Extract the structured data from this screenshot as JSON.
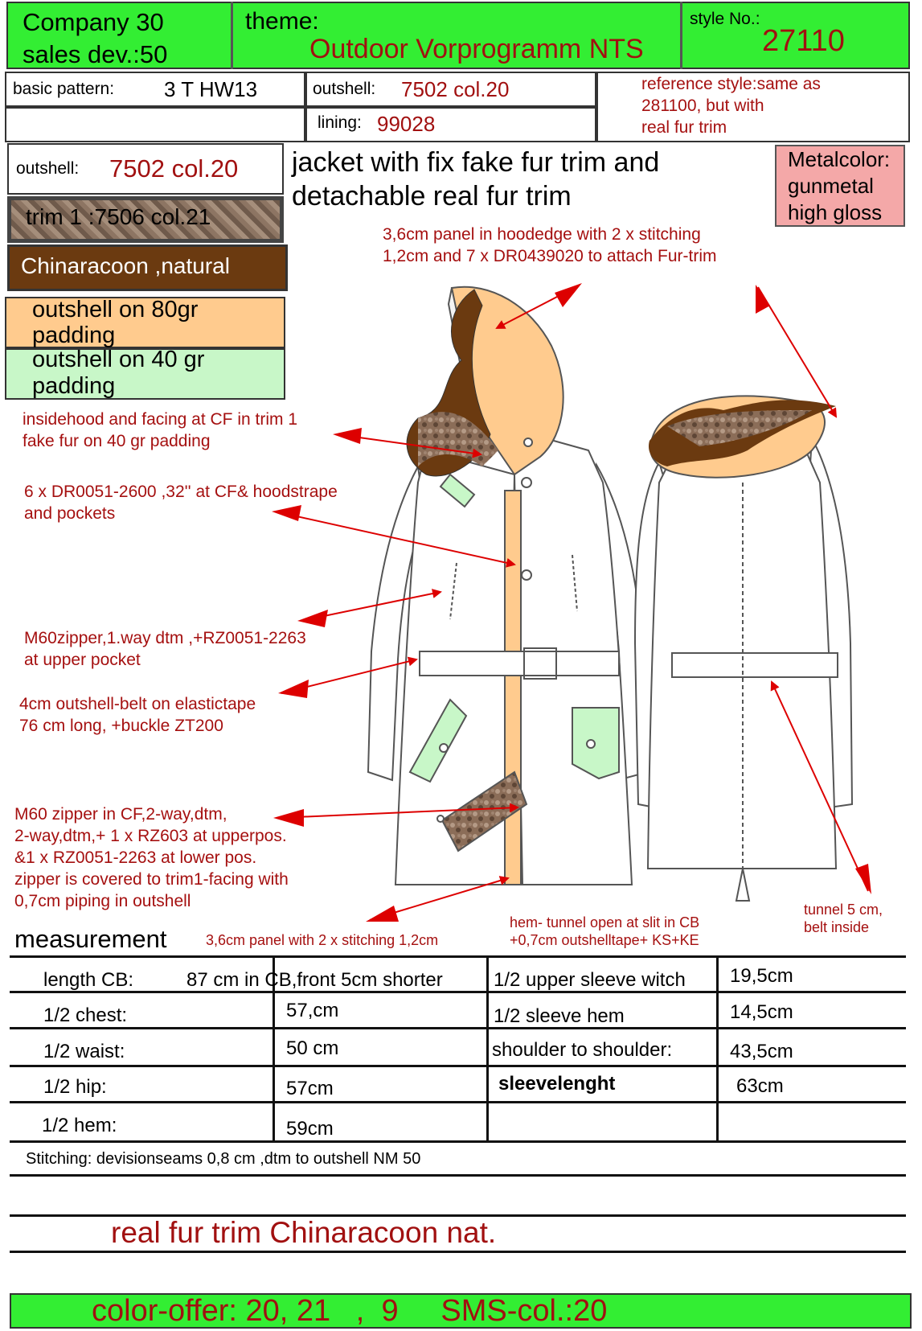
{
  "header": {
    "company": "Company 30",
    "sales_dev": "sales dev.:50",
    "theme_label": "theme:",
    "theme_value": "Outdoor Vorprogramm NTS",
    "style_label": "style No.:",
    "style_value": "27110"
  },
  "info": {
    "basic_pattern_label": "basic pattern:",
    "basic_pattern_value": "3 T HW13",
    "outshell_label": "outshell:",
    "outshell_value": "7502 col.20",
    "lining_label": "lining:",
    "lining_value": "99028",
    "reference": "reference style:same as\n281100, but with\n real fur trim"
  },
  "legend": {
    "outshell_label": "outshell:",
    "outshell_value": "7502 col.20",
    "trim1": "trim 1 :7506 col.21",
    "fur": "Chinaracoon ,natural",
    "padding80": "outshell on 80gr\n padding",
    "padding40": "outshell on 40 gr\npadding",
    "colors": {
      "trim_bg": "#8a7060",
      "fur_bg": "#6b3a10",
      "padding80_bg": "#ffcb8e",
      "padding40_bg": "#c8f7c8",
      "metal_bg": "#f4a8a8",
      "header_green": "#33ee33"
    }
  },
  "description": "jacket with fix fake fur trim and\ndetachable real fur trim",
  "metalcolor": "Metalcolor:\ngunmetal\nhigh gloss",
  "notes": {
    "hoodedge": "3,6cm panel in hoodedge with 2 x stitching\n 1,2cm and 7 x DR0439020 to attach Fur-trim",
    "insidehood": "insidehood and facing at CF in trim 1\n fake fur on 40 gr padding",
    "dr0051": "6 x DR0051-2600 ,32'' at CF& hoodstrape\nand pockets",
    "m60zipper": "M60zipper,1.way dtm ,+RZ0051-2263\nat upper pocket",
    "belt": "4cm outshell-belt on elastictape\n76 cm long, +buckle ZT200",
    "cf_zipper": "M60 zipper in CF,2-way,dtm,\n2-way,dtm,+ 1 x RZ603 at upperpos.\n&1 x RZ0051-2263 at lower pos.\nzipper is covered to trim1-facing with\n0,7cm piping in outshell",
    "panel": "3,6cm panel with 2 x stitching 1,2cm",
    "hem": "hem- tunnel open at slit in CB\n+0,7cm outshelltape+ KS+KE",
    "tunnel": "tunnel 5 cm,\nbelt inside"
  },
  "measurement": {
    "title": "measurement",
    "left": [
      {
        "label": "length CB:",
        "value": "87 cm in CB,front 5cm shorter"
      },
      {
        "label": "1/2  chest:",
        "value": "57,cm"
      },
      {
        "label": "1/2  waist:",
        "value": "50 cm"
      },
      {
        "label": "1/2  hip:",
        "value": "57cm"
      },
      {
        "label": "1/2  hem:",
        "value": "59cm"
      }
    ],
    "right": [
      {
        "label": "1/2  upper sleeve witch",
        "value": "19,5cm"
      },
      {
        "label": "1/2  sleeve hem",
        "value": "14,5cm"
      },
      {
        "label": "shoulder to shoulder:",
        "value": "43,5cm"
      },
      {
        "label": "sleevelenght",
        "value": "63cm"
      }
    ]
  },
  "stitching": "Stitching: devisionseams  0,8 cm ,dtm to outshell NM 50",
  "fur_trim": "real fur trim Chinaracoon nat.",
  "footer": "color-offer: 20, 21   ,  9     SMS-col.:20"
}
